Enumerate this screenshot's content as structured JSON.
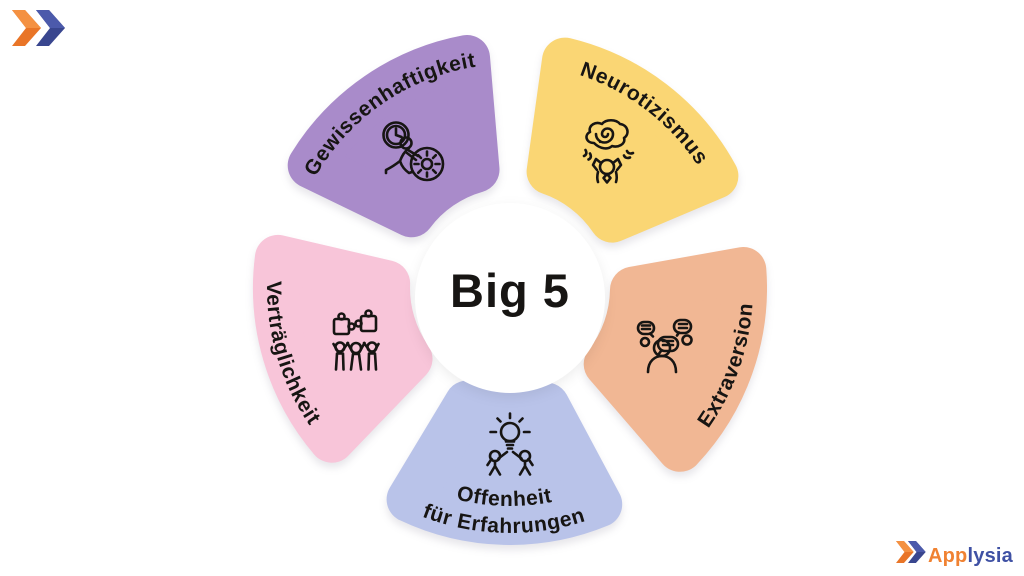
{
  "center": {
    "title": "Big 5"
  },
  "petals": [
    {
      "name": "gewissenhaftigkeit",
      "label": "Gewissenhaftigkeit",
      "color": "#a98bca",
      "icon": "person-pushing-gear-clock-icon"
    },
    {
      "name": "neurotizismus",
      "label": "Neurotizismus",
      "color": "#fad674",
      "icon": "stressed-person-spiral-cloud-icon"
    },
    {
      "name": "extraversion",
      "label": "Extraversion",
      "color": "#f1b794",
      "icon": "person-speech-bubbles-icon"
    },
    {
      "name": "offenheit-fuer-erfahrungen",
      "label_line1": "Offenheit",
      "label_line2": "für Erfahrungen",
      "color": "#b9c3e9",
      "icon": "lightbulb-high-five-icon"
    },
    {
      "name": "vertraeglichkeit",
      "label": "Verträglichkeit",
      "color": "#f8c5d9",
      "icon": "people-puzzle-pieces-icon"
    }
  ],
  "header_logo": {
    "icon": "double-chevron-icon"
  },
  "footer_logo": {
    "icon": "double-chevron-icon",
    "text_app": "App",
    "text_lysia": "lysia"
  },
  "brand": {
    "orange": "#f08232",
    "orange_light": "#f49142",
    "orange_dark": "#e97527",
    "blue": "#3f51a4",
    "blue_light": "#4c5aab",
    "blue_dark": "#39468f"
  },
  "colors": {
    "background": "#ffffff",
    "label_text": "#171513"
  }
}
